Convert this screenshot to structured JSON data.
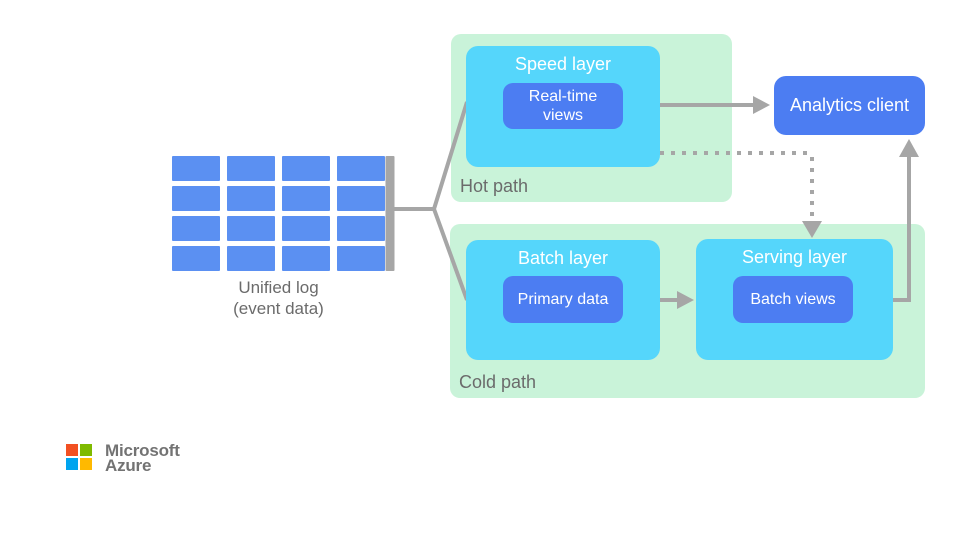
{
  "diagram": {
    "unified_log": {
      "label_line1": "Unified log",
      "label_line2": "(event data)",
      "rows": 4,
      "cols": 4
    },
    "hot_path": {
      "label": "Hot path",
      "speed_layer": {
        "title": "Speed layer",
        "inner": "Real-time views"
      }
    },
    "cold_path": {
      "label": "Cold path",
      "batch_layer": {
        "title": "Batch layer",
        "inner": "Primary data"
      },
      "serving_layer": {
        "title": "Serving layer",
        "inner": "Batch views"
      }
    },
    "analytics_client": {
      "label": "Analytics client"
    },
    "connectors": [
      "unified-log -> speed-layer",
      "unified-log -> batch-layer",
      "speed-layer -> analytics-client (solid arrow)",
      "speed-layer -> serving-layer (dotted arrow)",
      "batch-layer -> serving-layer (solid arrow)",
      "serving-layer -> analytics-client (solid arrow)"
    ]
  },
  "branding": {
    "company": "Microsoft",
    "product": "Azure"
  },
  "colors": {
    "container_green": "#c9f3d9",
    "layer_cyan": "#55d6fb",
    "node_blue": "#4c7df2",
    "log_blue": "#5b90f2",
    "connector_gray": "#a6a6a6",
    "label_gray": "#6b6b6b",
    "text_white": "#ffffff",
    "ms_red": "#f25022",
    "ms_green": "#7fba00",
    "ms_blue": "#00a4ef",
    "ms_yellow": "#ffb900",
    "ms_text_gray": "#737373"
  }
}
